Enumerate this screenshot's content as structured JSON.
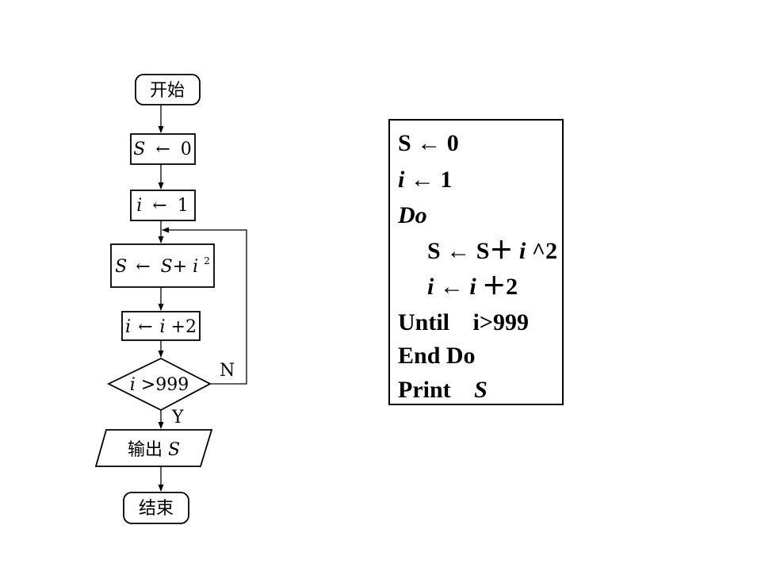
{
  "flowchart": {
    "start": "开始",
    "init_s": {
      "var": "S",
      "arrow": "←",
      "value": "0"
    },
    "init_i": {
      "var": "i",
      "arrow": "←",
      "value": "1"
    },
    "update_s": {
      "lhs": "S",
      "arrow": "←",
      "rhs_a": "S+",
      "rhs_b": "i",
      "rhs_exp": "2"
    },
    "update_i": {
      "lhs": "i",
      "arrow": "←",
      "rhs_a": "i",
      "rhs_b": "+2"
    },
    "condition": {
      "var": "i",
      "op": ">999"
    },
    "no_label": "N",
    "yes_label": "Y",
    "output": {
      "text": "输出 ",
      "var": "S"
    },
    "end": "结束"
  },
  "code": {
    "line1": {
      "a": "S",
      "arrow": "←",
      "b": "0"
    },
    "line2": {
      "a": "i",
      "arrow": "←",
      "b": "1"
    },
    "line3": {
      "a": "Do"
    },
    "line4": {
      "a": "S",
      "arrow": "←",
      "b": "S＋",
      "c": "i",
      "d": "^2"
    },
    "line5": {
      "a": "i",
      "arrow": "←",
      "b": "i",
      "c": "＋2"
    },
    "line6": {
      "a": "Until",
      "b": "i>999"
    },
    "line7": {
      "a": "End Do"
    },
    "line8": {
      "a": "Print",
      "b": "S"
    }
  }
}
